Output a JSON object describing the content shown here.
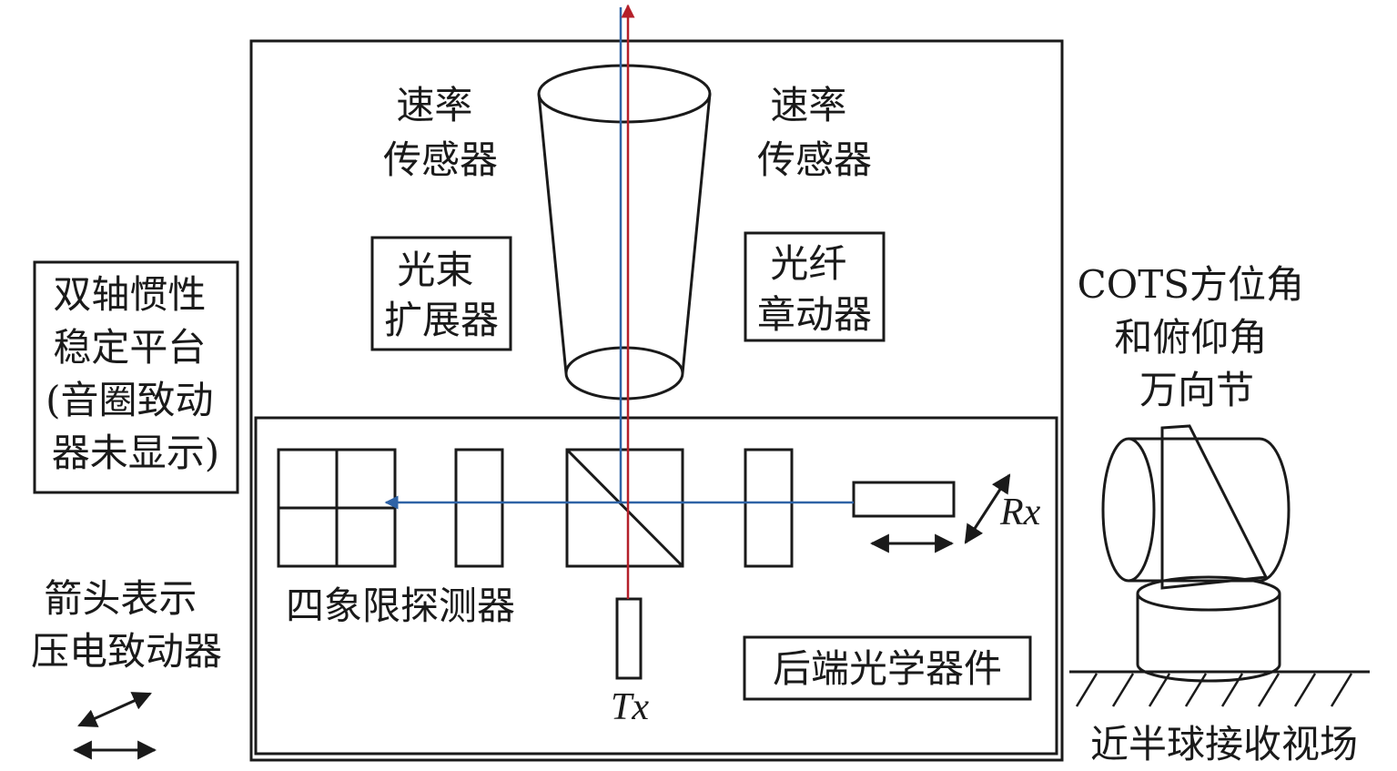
{
  "colors": {
    "line": "#1a1a1a",
    "tx_beam": "#b5202a",
    "rx_beam": "#2f63a6"
  },
  "labels": {
    "rate_sensor_left": [
      "速率",
      "传感器"
    ],
    "rate_sensor_right": [
      "速率",
      "传感器"
    ],
    "beam_expander": [
      "光束",
      "扩展器"
    ],
    "fiber_nutator": [
      "光纤",
      "章动器"
    ],
    "platform": [
      "双轴惯性",
      "稳定平台",
      "(音圈致动",
      "器未显示)"
    ],
    "arrow_legend": [
      "箭头表示",
      "压电致动器"
    ],
    "quad_detector": "四象限探测器",
    "back_optics": "后端光学器件",
    "tx": "Tx",
    "rx": "Rx",
    "gimbal": [
      "COTS方位角",
      "和俯仰角",
      "万向节"
    ],
    "field_of_view": "近半球接收视场"
  }
}
